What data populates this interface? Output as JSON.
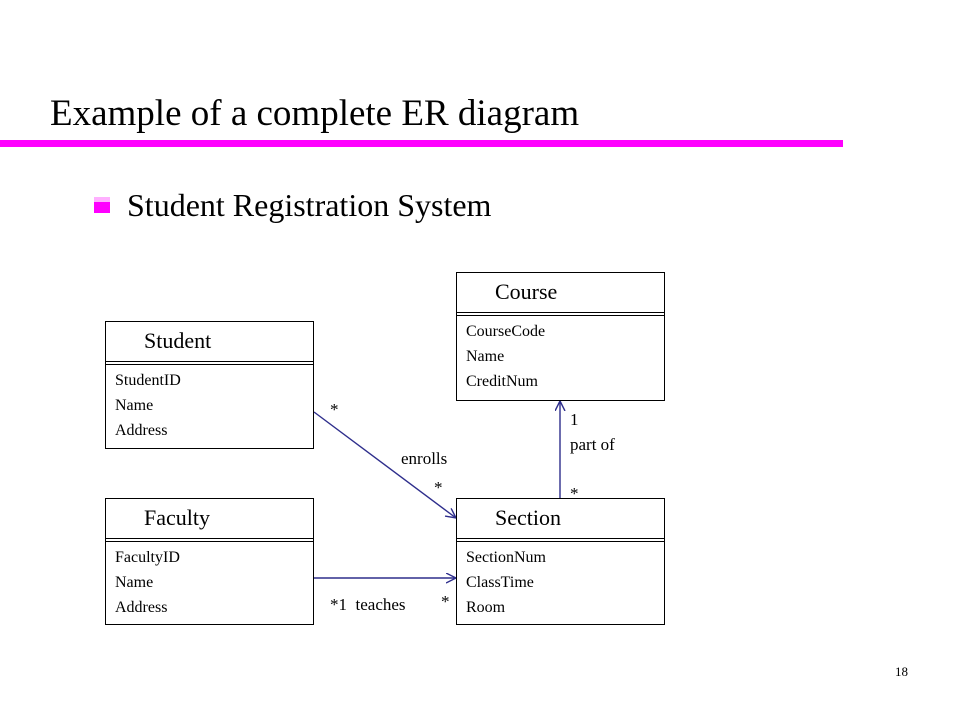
{
  "title": "Example of a complete ER diagram",
  "subtitle_bullet": "Student Registration System",
  "colors": {
    "accent_rule": "#ff00ff",
    "bullet": "#ff00ff",
    "lines": "#2e2e8c"
  },
  "entities": {
    "course": {
      "name": "Course",
      "attributes": [
        "CourseCode",
        "Name",
        "CreditNum"
      ]
    },
    "student": {
      "name": "Student",
      "attributes": [
        "StudentID",
        "Name",
        "Address"
      ]
    },
    "faculty": {
      "name": "Faculty",
      "attributes": [
        "FacultyID",
        "Name",
        "Address"
      ]
    },
    "section": {
      "name": "Section",
      "attributes": [
        "SectionNum",
        "ClassTime",
        "Room"
      ]
    }
  },
  "relationships": {
    "enrolls": {
      "label": "enrolls",
      "student_mult": "*",
      "section_mult": "*"
    },
    "part_of": {
      "label": "part of",
      "course_mult": "1",
      "section_mult": "*"
    },
    "teaches": {
      "label": "*1  teaches",
      "section_mult": "*"
    }
  },
  "page_number": "18"
}
